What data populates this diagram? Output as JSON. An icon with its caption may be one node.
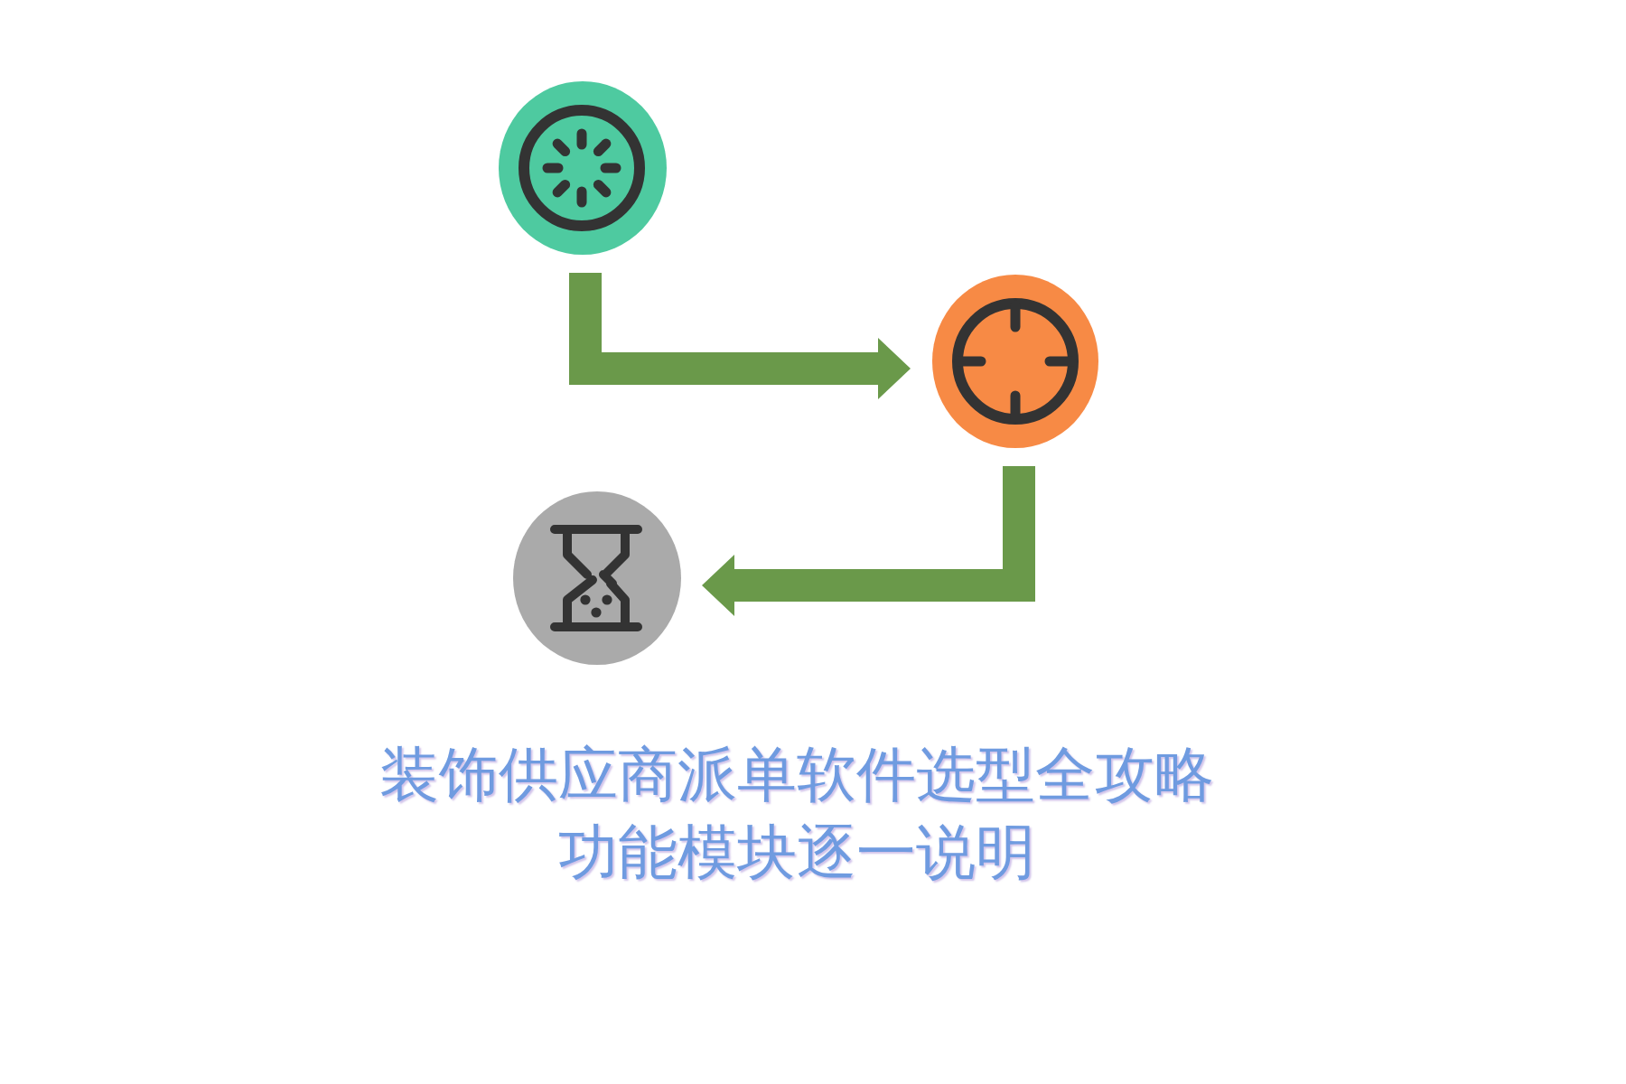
{
  "diagram": {
    "title": "装饰供应商派单软件选型全攻略功能模块逐一说明",
    "nodes": [
      {
        "text": [],
        "shape": "circle"
      },
      {
        "text": [],
        "shape": "circle"
      },
      {
        "text": [],
        "shape": "circle"
      }
    ],
    "edges": [
      {
        "from": 0,
        "to": 1,
        "arrow": "to"
      },
      {
        "from": 1,
        "to": 2,
        "arrow": "to"
      }
    ]
  }
}
